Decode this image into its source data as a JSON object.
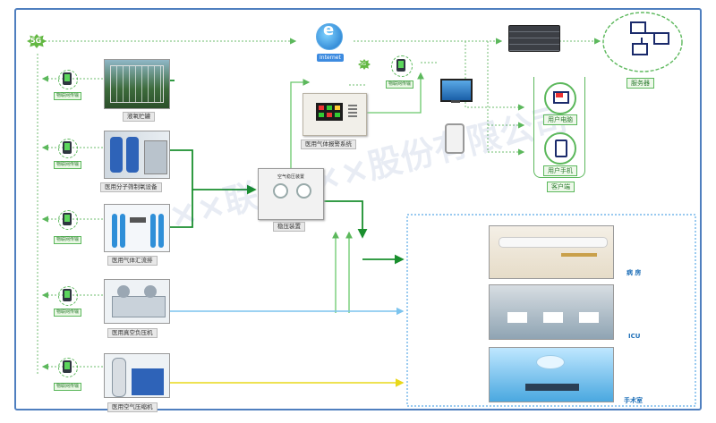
{
  "network": {
    "g5": "5G",
    "internet": "Internet",
    "wifi": "5G"
  },
  "iot_tag": "物联网传输",
  "sources": [
    {
      "caption": "液氧贮罐"
    },
    {
      "caption": "医用分子筛制氧设备"
    },
    {
      "caption": "医用气体汇流排"
    },
    {
      "caption": "医用真空负压机"
    },
    {
      "caption": "医用空气压缩机"
    }
  ],
  "regulator": {
    "caption": "稳压装置",
    "panel_title": "空气稳压装置"
  },
  "alarm": {
    "caption": "医用气体报警系统"
  },
  "server": {
    "label": "服务器"
  },
  "user_pc": {
    "label": "用户电脑"
  },
  "user_phone": {
    "label": "用户手机"
  },
  "client": {
    "label": "客户端"
  },
  "wards": [
    {
      "label": "病 房"
    },
    {
      "label": "ICU"
    },
    {
      "label": "手术室"
    }
  ],
  "watermark": "××××联××××股份有限公司",
  "colors": {
    "frame": "#4f7fbf",
    "green": "#5cb85c",
    "dark_green": "#1a8f2e",
    "blue": "#7cc4ee",
    "yellow": "#f2e32a",
    "dotted_blue": "#5aa9e6"
  }
}
